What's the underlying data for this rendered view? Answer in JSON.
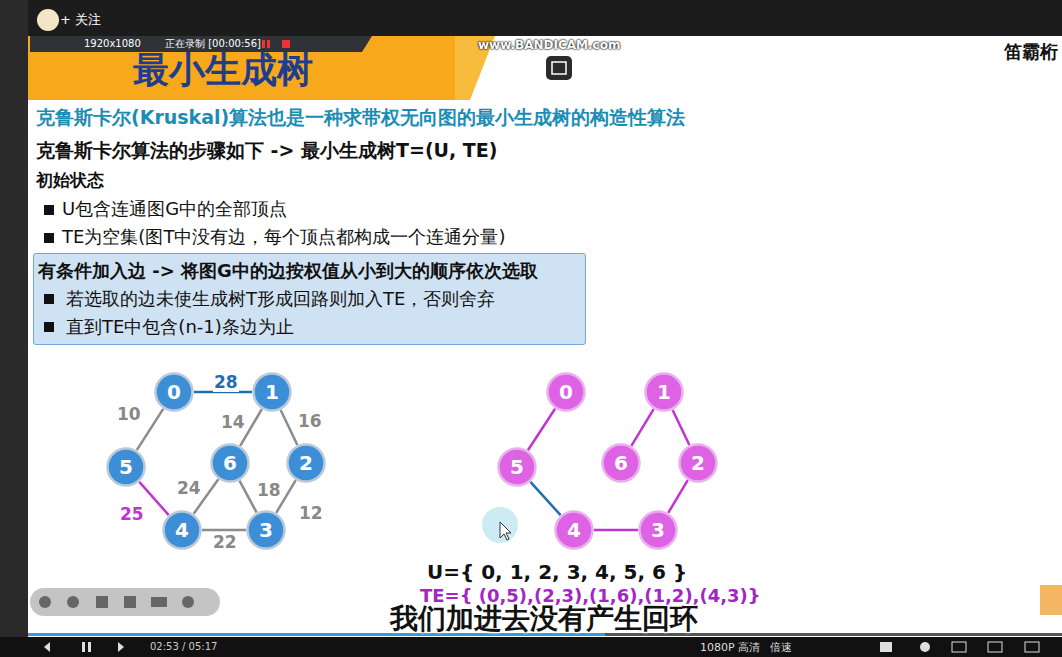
{
  "diagram": {
    "title": "最小生成树",
    "nodes": [
      {
        "text": [
          "有条件加入边 -> 将图G中的边按权值从小到大的顺序依次选取",
          "若选取的边未使生成树T形成回路则加入TE，否则舍弃",
          "直到TE中包含(n-1)条边为止"
        ]
      },
      {
        "text": [
          "0"
        ]
      },
      {
        "text": [
          "1"
        ]
      },
      {
        "text": [
          "2"
        ]
      },
      {
        "text": [
          "3"
        ]
      },
      {
        "text": [
          "4"
        ]
      },
      {
        "text": [
          "5"
        ]
      },
      {
        "text": [
          "6"
        ]
      },
      {
        "text": [
          "0"
        ]
      },
      {
        "text": [
          "1"
        ]
      },
      {
        "text": [
          "2"
        ]
      },
      {
        "text": [
          "3"
        ]
      },
      {
        "text": [
          "4"
        ]
      },
      {
        "text": [
          "5"
        ]
      },
      {
        "text": [
          "6"
        ]
      }
    ],
    "edges": [
      {
        "from": 1,
        "to": 2,
        "arrow": "none",
        "label": "28"
      },
      {
        "from": 1,
        "to": 6,
        "arrow": "none",
        "label": "10"
      },
      {
        "from": 2,
        "to": 7,
        "arrow": "none",
        "label": "14"
      },
      {
        "from": 2,
        "to": 3,
        "arrow": "none",
        "label": "16"
      },
      {
        "from": 7,
        "to": 5,
        "arrow": "none",
        "label": "24"
      },
      {
        "from": 7,
        "to": 4,
        "arrow": "none",
        "label": "18"
      },
      {
        "from": 6,
        "to": 5,
        "arrow": "none",
        "label": "25"
      },
      {
        "from": 5,
        "to": 4,
        "arrow": "none",
        "label": "22"
      },
      {
        "from": 3,
        "to": 4,
        "arrow": "none",
        "label": "12"
      },
      {
        "from": 8,
        "to": 13,
        "arrow": "none"
      },
      {
        "from": 9,
        "to": 14,
        "arrow": "none"
      },
      {
        "from": 9,
        "to": 10,
        "arrow": "none"
      },
      {
        "from": 10,
        "to": 11,
        "arrow": "none"
      },
      {
        "from": 12,
        "to": 11,
        "arrow": "none"
      },
      {
        "from": 13,
        "to": 12,
        "arrow": "none"
      }
    ],
    "labels": [
      "+ 关注",
      "1920x1080",
      "正在录制 [00:00:56]",
      "www.BANDICAM.com",
      "笛霸桁",
      "克鲁斯卡尔(Kruskal)算法也是一种求带权无向图的最小生成树的构造性算法",
      "克鲁斯卡尔算法的步骤如下 -> 最小生成树T=(U, TE)",
      "初始状态",
      "U包含连通图G中的全部顶点",
      "TE为空集(图T中没有边，每个顶点都构成一个连通分量)",
      "U={ 0, 1, 2, 3, 4, 5, 6 }",
      "TE={ (0,5),(2,3),(1,6),(1,2),(4,3)}",
      "我们加进去没有产生回环",
      "02:53 / 05:17",
      "1080P 高清",
      "倍速"
    ]
  }
}
